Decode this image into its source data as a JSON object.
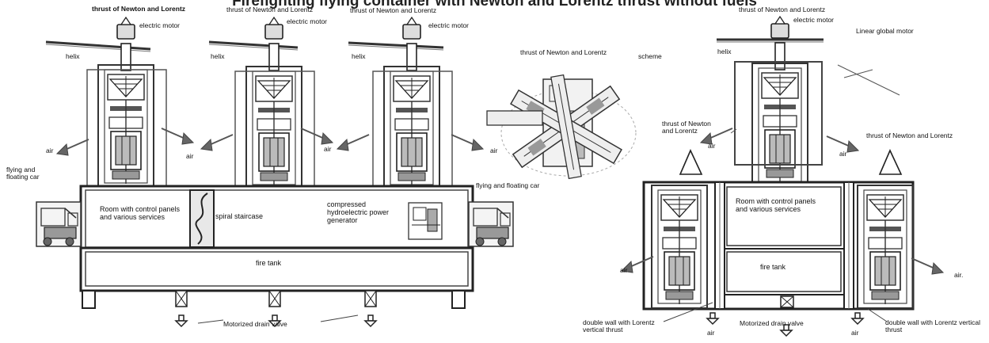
{
  "title": "Firefighting flying container with Newton and Lorentz thrust without fuels",
  "labels": {
    "thrust_newton_lorentz": "thrust of Newton and Lorentz",
    "electric_motor": "electric motor",
    "helix": "helix",
    "scheme": "scheme",
    "air": "air",
    "air_dot": "air.",
    "flying_floating_car_stacked": "flying and floating car",
    "flying_floating_car": "flying and floating car",
    "room_control": "Room with control panels and various services",
    "spiral_staircase": "spiral staircase",
    "compressed_generator": "compressed hydroelectric power generator",
    "fire_tank": "fire tank",
    "motorized_drain_valve": "Motorized drain valve",
    "linear_global_motor": "Linear global motor",
    "thrust_newton_and_lorentz_stacked": "thrust of Newton and Lorentz",
    "double_wall": "double wall with Lorentz vertical thrust"
  }
}
